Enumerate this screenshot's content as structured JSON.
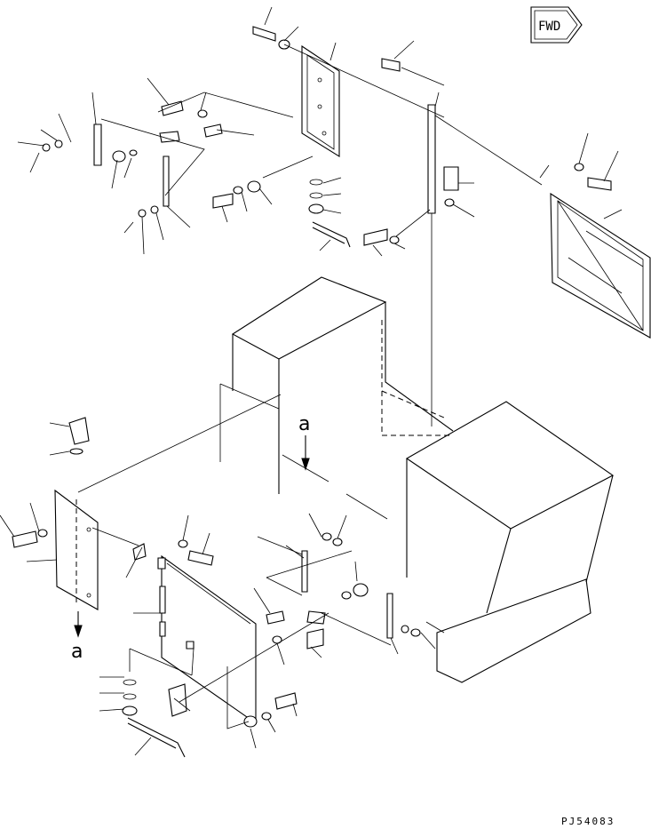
{
  "diagram": {
    "forward_badge": "FWD",
    "section_label_top": "a",
    "section_label_bottom": "a",
    "drawing_code": "PJ54083"
  }
}
